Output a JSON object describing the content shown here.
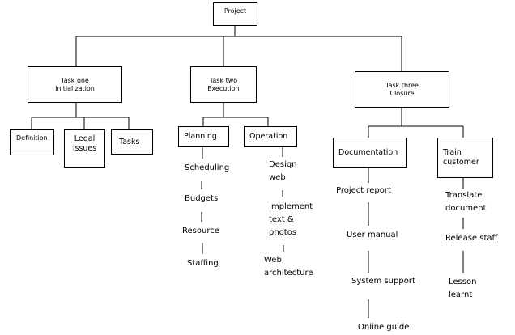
{
  "root": {
    "label": "Project"
  },
  "tasks": [
    {
      "label": "Task one\nInitialization",
      "children": [
        {
          "label": "Definition"
        },
        {
          "label": "Legal\nissues"
        },
        {
          "label": "Tasks"
        }
      ]
    },
    {
      "label": "Task two\nExecution",
      "children": [
        {
          "label": "Planning",
          "items": [
            "Scheduling",
            "Budgets",
            "Resource",
            "Staffing"
          ]
        },
        {
          "label": "Operation",
          "items": [
            "Design\nweb",
            "Implement\ntext &\nphotos",
            "Web\narchitecture"
          ]
        }
      ]
    },
    {
      "label": "Task three\nClosure",
      "children": [
        {
          "label": "Documentation",
          "items": [
            "Project report",
            "User manual",
            "System support",
            "Online guide"
          ]
        },
        {
          "label": "Train\ncustomer",
          "items": [
            "Translate\ndocument",
            "Release staff",
            "Lesson\nlearnt"
          ]
        }
      ]
    }
  ],
  "colors": {
    "line": "#000000",
    "box_fill": "#ffffff",
    "text": "#000000"
  }
}
